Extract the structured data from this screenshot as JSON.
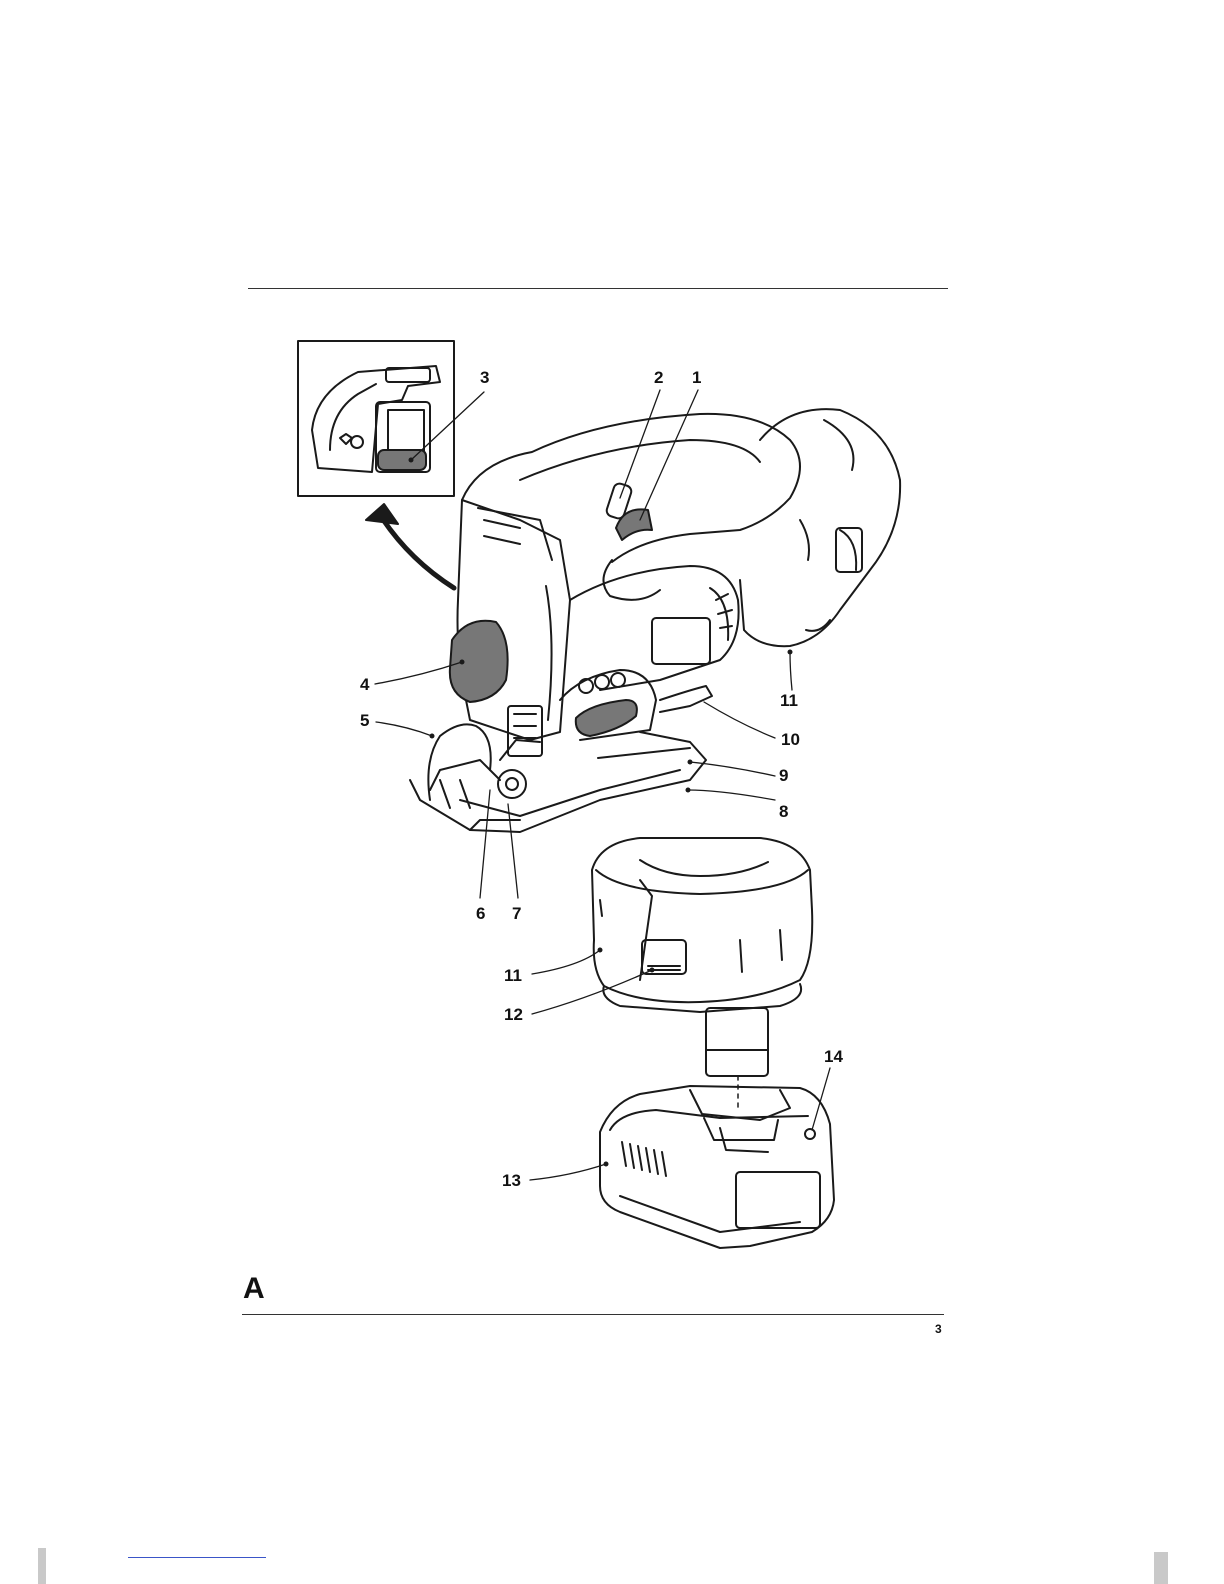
{
  "figure": {
    "label": "A",
    "page_number": "3"
  },
  "callouts": [
    "1",
    "2",
    "3",
    "4",
    "5",
    "6",
    "7",
    "8",
    "9",
    "10",
    "11",
    "11",
    "12",
    "13",
    "14"
  ],
  "colors": {
    "line": "#1a1a1a",
    "highlight": "#777777",
    "rule": "#333333"
  }
}
